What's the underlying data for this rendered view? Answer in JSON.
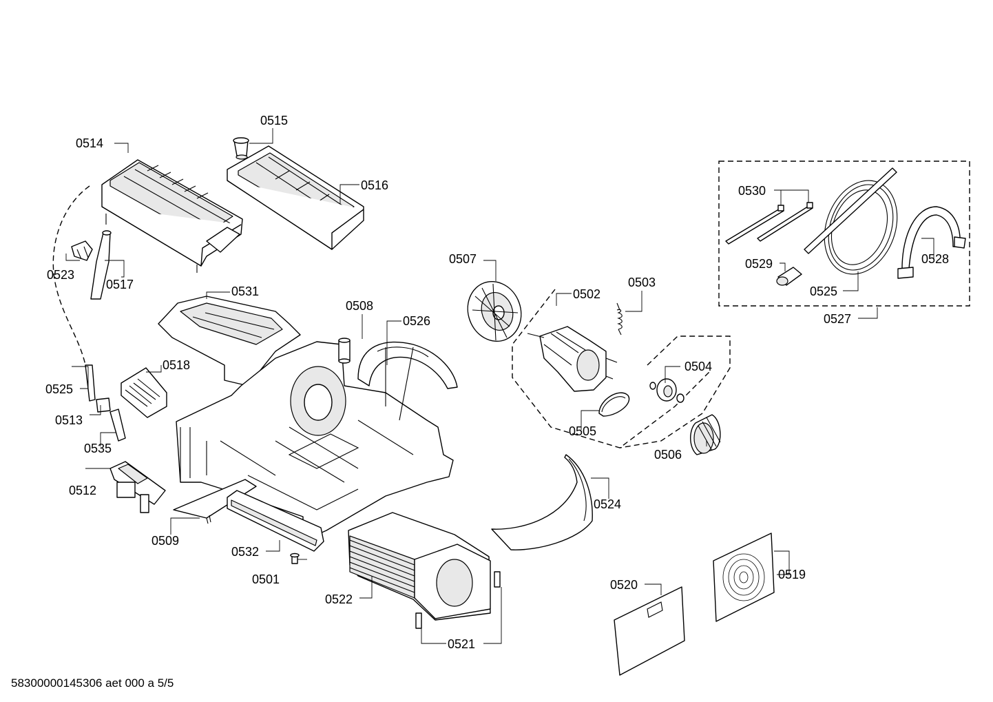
{
  "diagram": {
    "part_labels": {
      "p0501": "0501",
      "p0502": "0502",
      "p0503": "0503",
      "p0504": "0504",
      "p0505": "0505",
      "p0506": "0506",
      "p0507": "0507",
      "p0508": "0508",
      "p0509": "0509",
      "p0512": "0512",
      "p0513": "0513",
      "p0514": "0514",
      "p0515": "0515",
      "p0516": "0516",
      "p0517": "0517",
      "p0518": "0518",
      "p0519": "0519",
      "p0520": "0520",
      "p0521": "0521",
      "p0522": "0522",
      "p0523": "0523",
      "p0524": "0524",
      "p0525a": "0525",
      "p0525b": "0525",
      "p0526": "0526",
      "p0527": "0527",
      "p0528": "0528",
      "p0529": "0529",
      "p0530": "0530",
      "p0531": "0531",
      "p0532": "0532",
      "p0535": "0535"
    },
    "footer_code": "58300000145306 aet 000 a 5/5"
  }
}
